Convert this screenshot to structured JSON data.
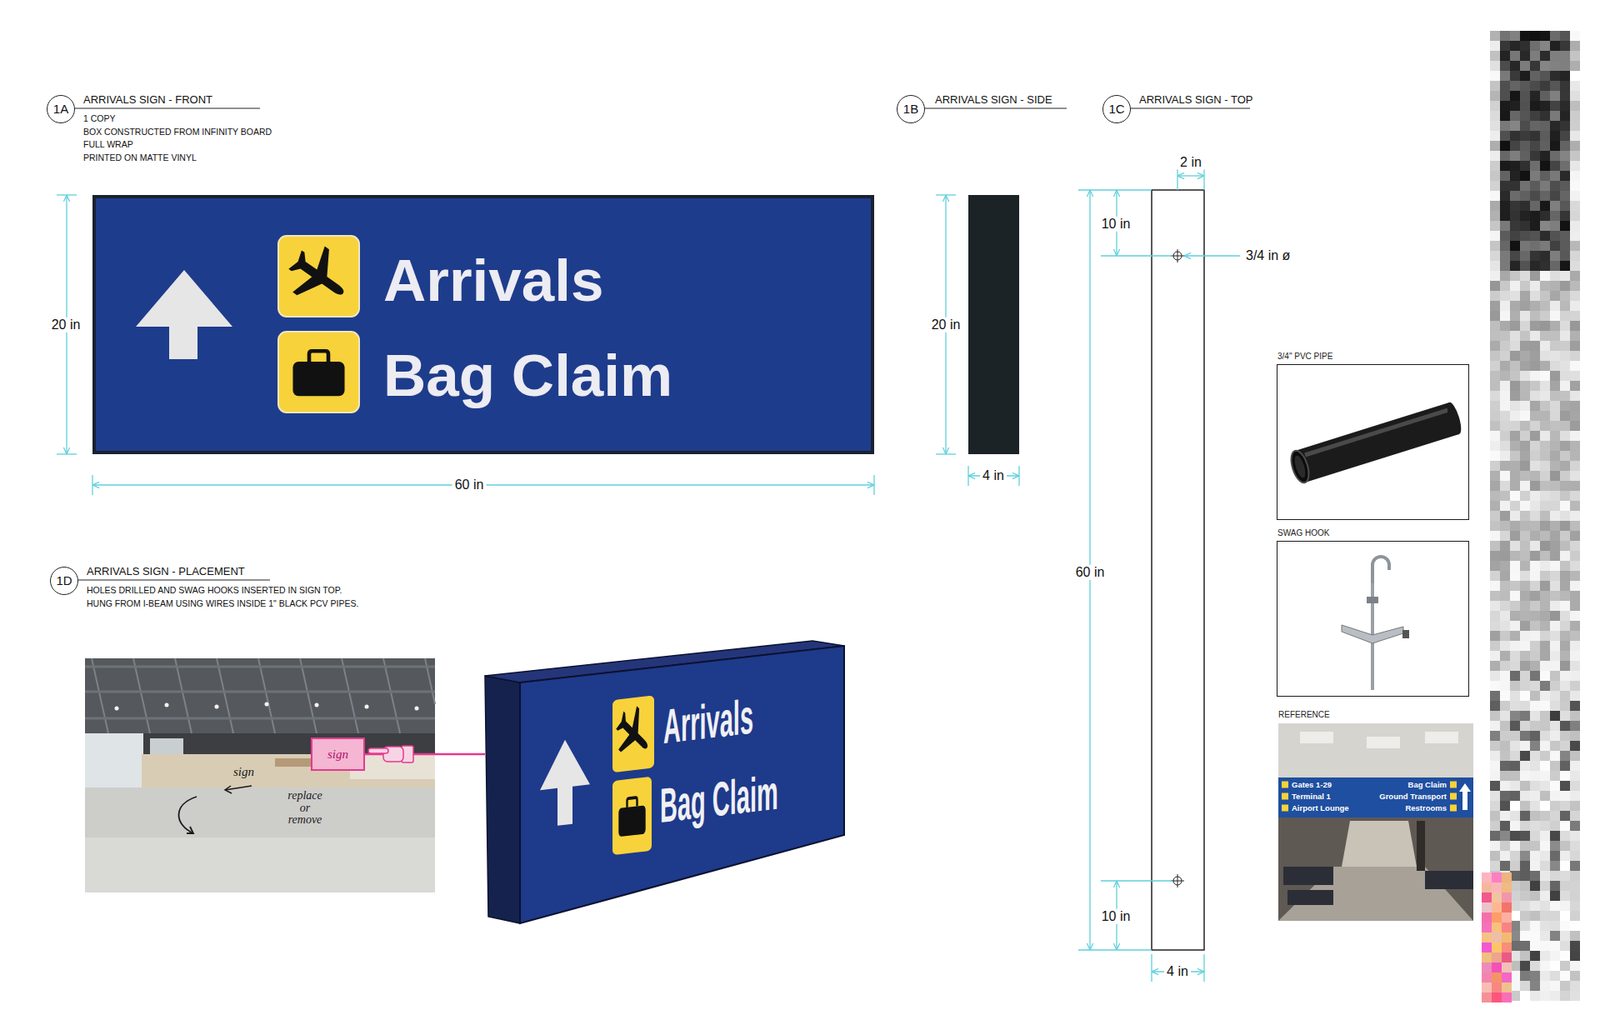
{
  "diagram": {
    "nodes": [
      {
        "text": [
          "1A"
        ]
      },
      {
        "text": [
          "1B"
        ]
      },
      {
        "text": [
          "1C"
        ]
      },
      {
        "text": [
          "1D"
        ]
      },
      {
        "text": [
          "Arrivals",
          "Bag Claim"
        ]
      },
      {
        "text": [
          "Arrivals",
          "Bag Claim"
        ]
      },
      {
        "text": [
          "3/4\" PVC PIPE"
        ]
      },
      {
        "text": [
          "SWAG HOOK"
        ]
      },
      {
        "text": [
          "REFERENCE"
        ]
      },
      {
        "text": [
          "Gates 1-29",
          "Terminal 1",
          "Airport Lounge",
          "Bag Claim",
          "Ground Transport",
          "Restrooms"
        ],
        "in": 8
      },
      {
        "text": [
          "sign",
          "replace or remove"
        ]
      },
      {
        "text": [
          "sign"
        ],
        "in": 10
      }
    ],
    "edges": [
      {
        "from": 11,
        "to": 5,
        "arrow": "none"
      }
    ],
    "labels": [
      "ARRIVALS SIGN - FRONT",
      "1 COPY",
      "BOX CONSTRUCTED FROM INFINITY BOARD",
      "FULL WRAP",
      "PRINTED ON MATTE VINYL",
      "20 in",
      "60 in",
      "ARRIVALS SIGN - SIDE",
      "20 in",
      "4 in",
      "ARRIVALS SIGN - TOP",
      "2 in",
      "10 in",
      "3/4 in ø",
      "60 in",
      "10 in",
      "4 in",
      "ARRIVALS SIGN - PLACEMENT",
      "HOLES DRILLED AND SWAG HOOKS INSERTED IN SIGN TOP.",
      "HUNG FROM I-BEAM USING WIRES INSIDE 1\" BLACK PCV PIPES."
    ]
  }
}
